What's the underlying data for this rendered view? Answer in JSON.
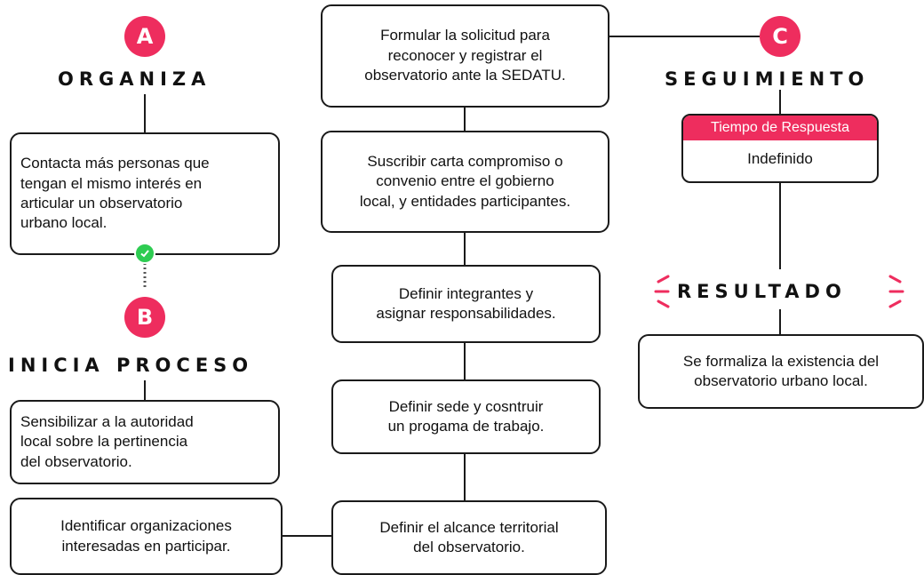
{
  "colors": {
    "accent": "#ee2d5e",
    "check": "#2ecc52",
    "line": "#1a1a1a"
  },
  "section_a": {
    "badge": "A",
    "title": "ORGANIZA",
    "box": "Contacta más personas que\ntengan el mismo interés en\narticular un observatorio\nurbano local."
  },
  "section_b": {
    "badge": "B",
    "title": "INICIA PROCESO",
    "box1": "Sensibilizar a la autoridad\nlocal sobre la pertinencia\ndel observatorio.",
    "box2": "Identificar organizaciones\ninteresadas en participar."
  },
  "center": {
    "step1": "Formular la solicitud para\nreconocer y registrar el\nobservatorio ante la SEDATU.",
    "step2": "Suscribir carta compromiso o\nconvenio entre el gobierno\nlocal, y entidades participantes.",
    "step3": "Definir integrantes y\nasignar responsabilidades.",
    "step4": "Definir sede y cosntruir\nun progama de trabajo.",
    "step5": "Definir el alcance territorial\ndel observatorio."
  },
  "section_c": {
    "badge": "C",
    "title": "SEGUIMIENTO",
    "time_label": "Tiempo de Respuesta",
    "time_value": "Indefinido"
  },
  "result": {
    "title": "RESULTADO",
    "box": "Se formaliza la existencia del\nobservatorio urbano local."
  }
}
